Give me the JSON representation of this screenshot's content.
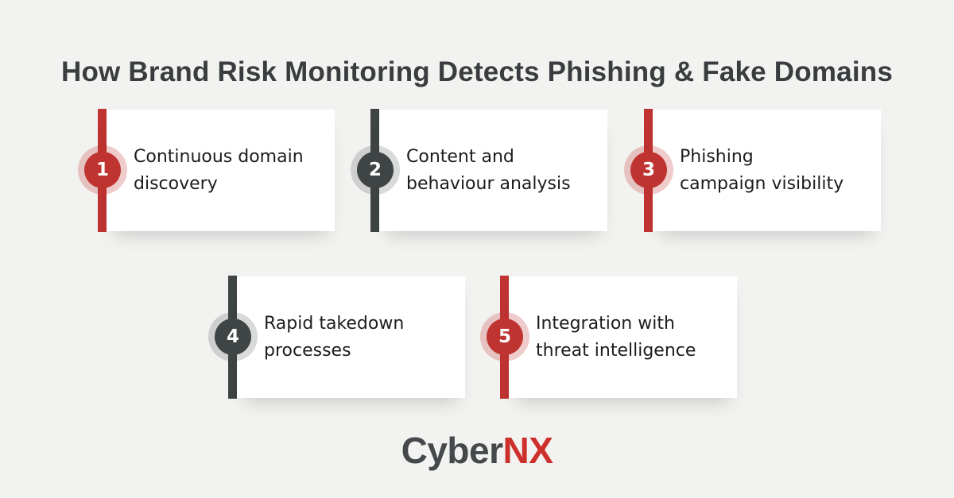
{
  "title": "How Brand Risk Monitoring Detects Phishing & Fake Domains",
  "steps": [
    {
      "number": "1",
      "label": "Continuous domain\ndiscovery",
      "accent": "red"
    },
    {
      "number": "2",
      "label": "Content and\nbehaviour analysis",
      "accent": "dark"
    },
    {
      "number": "3",
      "label": "Phishing\ncampaign visibility",
      "accent": "red"
    },
    {
      "number": "4",
      "label": "Rapid takedown\nprocesses",
      "accent": "dark"
    },
    {
      "number": "5",
      "label": "Integration with\nthreat intelligence",
      "accent": "red"
    }
  ],
  "brand": {
    "name_primary": "Cyber",
    "name_accent": "NX"
  },
  "colors": {
    "background": "#f2f2f0",
    "card": "#ffffff",
    "title_text": "#3a3d3f",
    "body_text": "#1d1d1b",
    "accent_red": "#bf3431",
    "accent_dark": "#3f4445",
    "halo_red": "rgba(191,52,49,0.25)",
    "halo_dark": "rgba(63,68,69,0.20)",
    "brand_primary": "#45494c",
    "brand_accent": "#cd2f2b"
  }
}
